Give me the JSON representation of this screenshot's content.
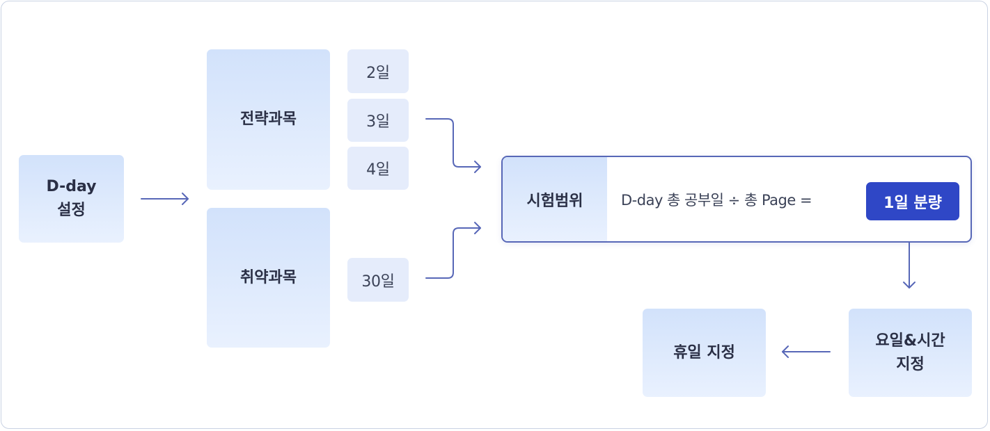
{
  "dday": {
    "line1": "D-day",
    "line2": "설정"
  },
  "strategic": {
    "label": "전략과목",
    "days": [
      "2일",
      "3일",
      "4일"
    ]
  },
  "weak": {
    "label": "취약과목",
    "days": "30일"
  },
  "range": {
    "label": "시험범위",
    "formula": "D-day 총 공부일 ÷ 총 Page =",
    "result": "1일 분량"
  },
  "schedule": {
    "line1": "요일&시간",
    "line2": "지정"
  },
  "holiday": {
    "label": "휴일 지정"
  },
  "colors": {
    "accent": "#2f47c6",
    "arrow": "#5767b7",
    "node_top": "#d2e2fb",
    "node_bottom": "#e9f1fe",
    "chip": "#e5ecfb"
  }
}
